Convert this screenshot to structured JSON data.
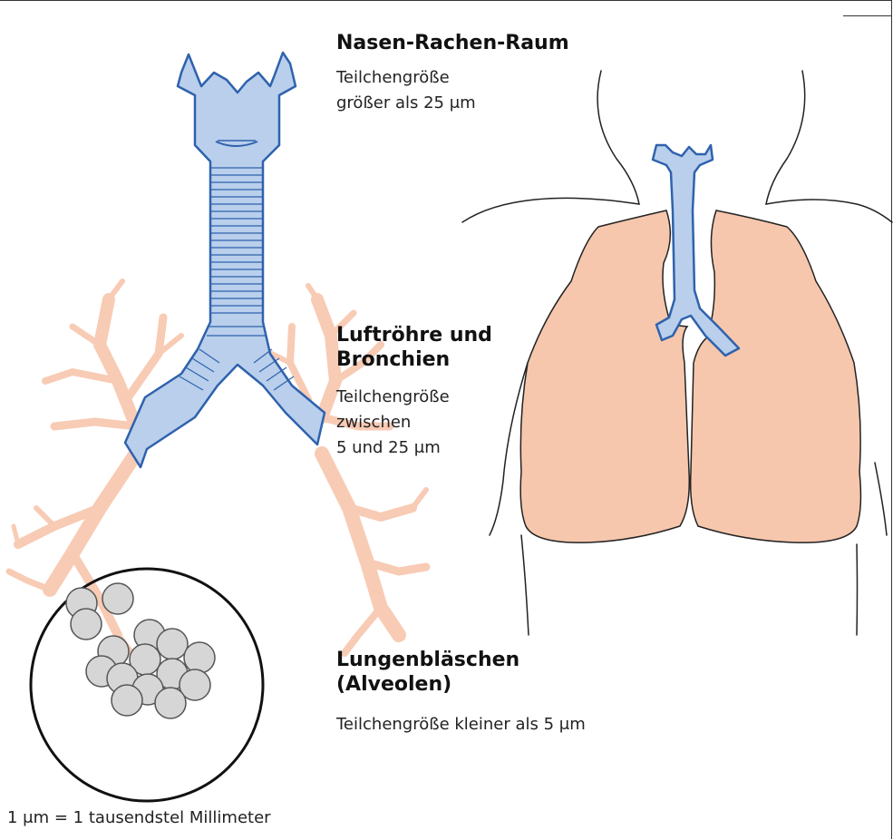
{
  "labels": {
    "nasen_title": "Nasen-Rachen-Raum",
    "nasen_desc_line1": "Teilchengröße",
    "nasen_desc_line2": "größer als 25 μm",
    "luft_title_line1": "Luftröhre und",
    "luft_title_line2": "Bronchien",
    "luft_desc_line1": "Teilchengröße",
    "luft_desc_line2": "zwischen",
    "luft_desc_line3": "5 und 25 μm",
    "lungen_title_line1": "Lungenbläschen",
    "lungen_title_line2": "(Alveolen)",
    "lungen_desc": "Teilchengröße kleiner als 5 μm",
    "footnote": "1 μm = 1 tausendstel Millimeter"
  },
  "colors": {
    "airway_fill": "#b9cfec",
    "airway_stroke": "#2f62ad",
    "bronchi_tree": "#f8cbb5",
    "lung_fill": "#f6c7ad",
    "alveoli_fill": "#d6d6d6",
    "outline": "#222222"
  }
}
